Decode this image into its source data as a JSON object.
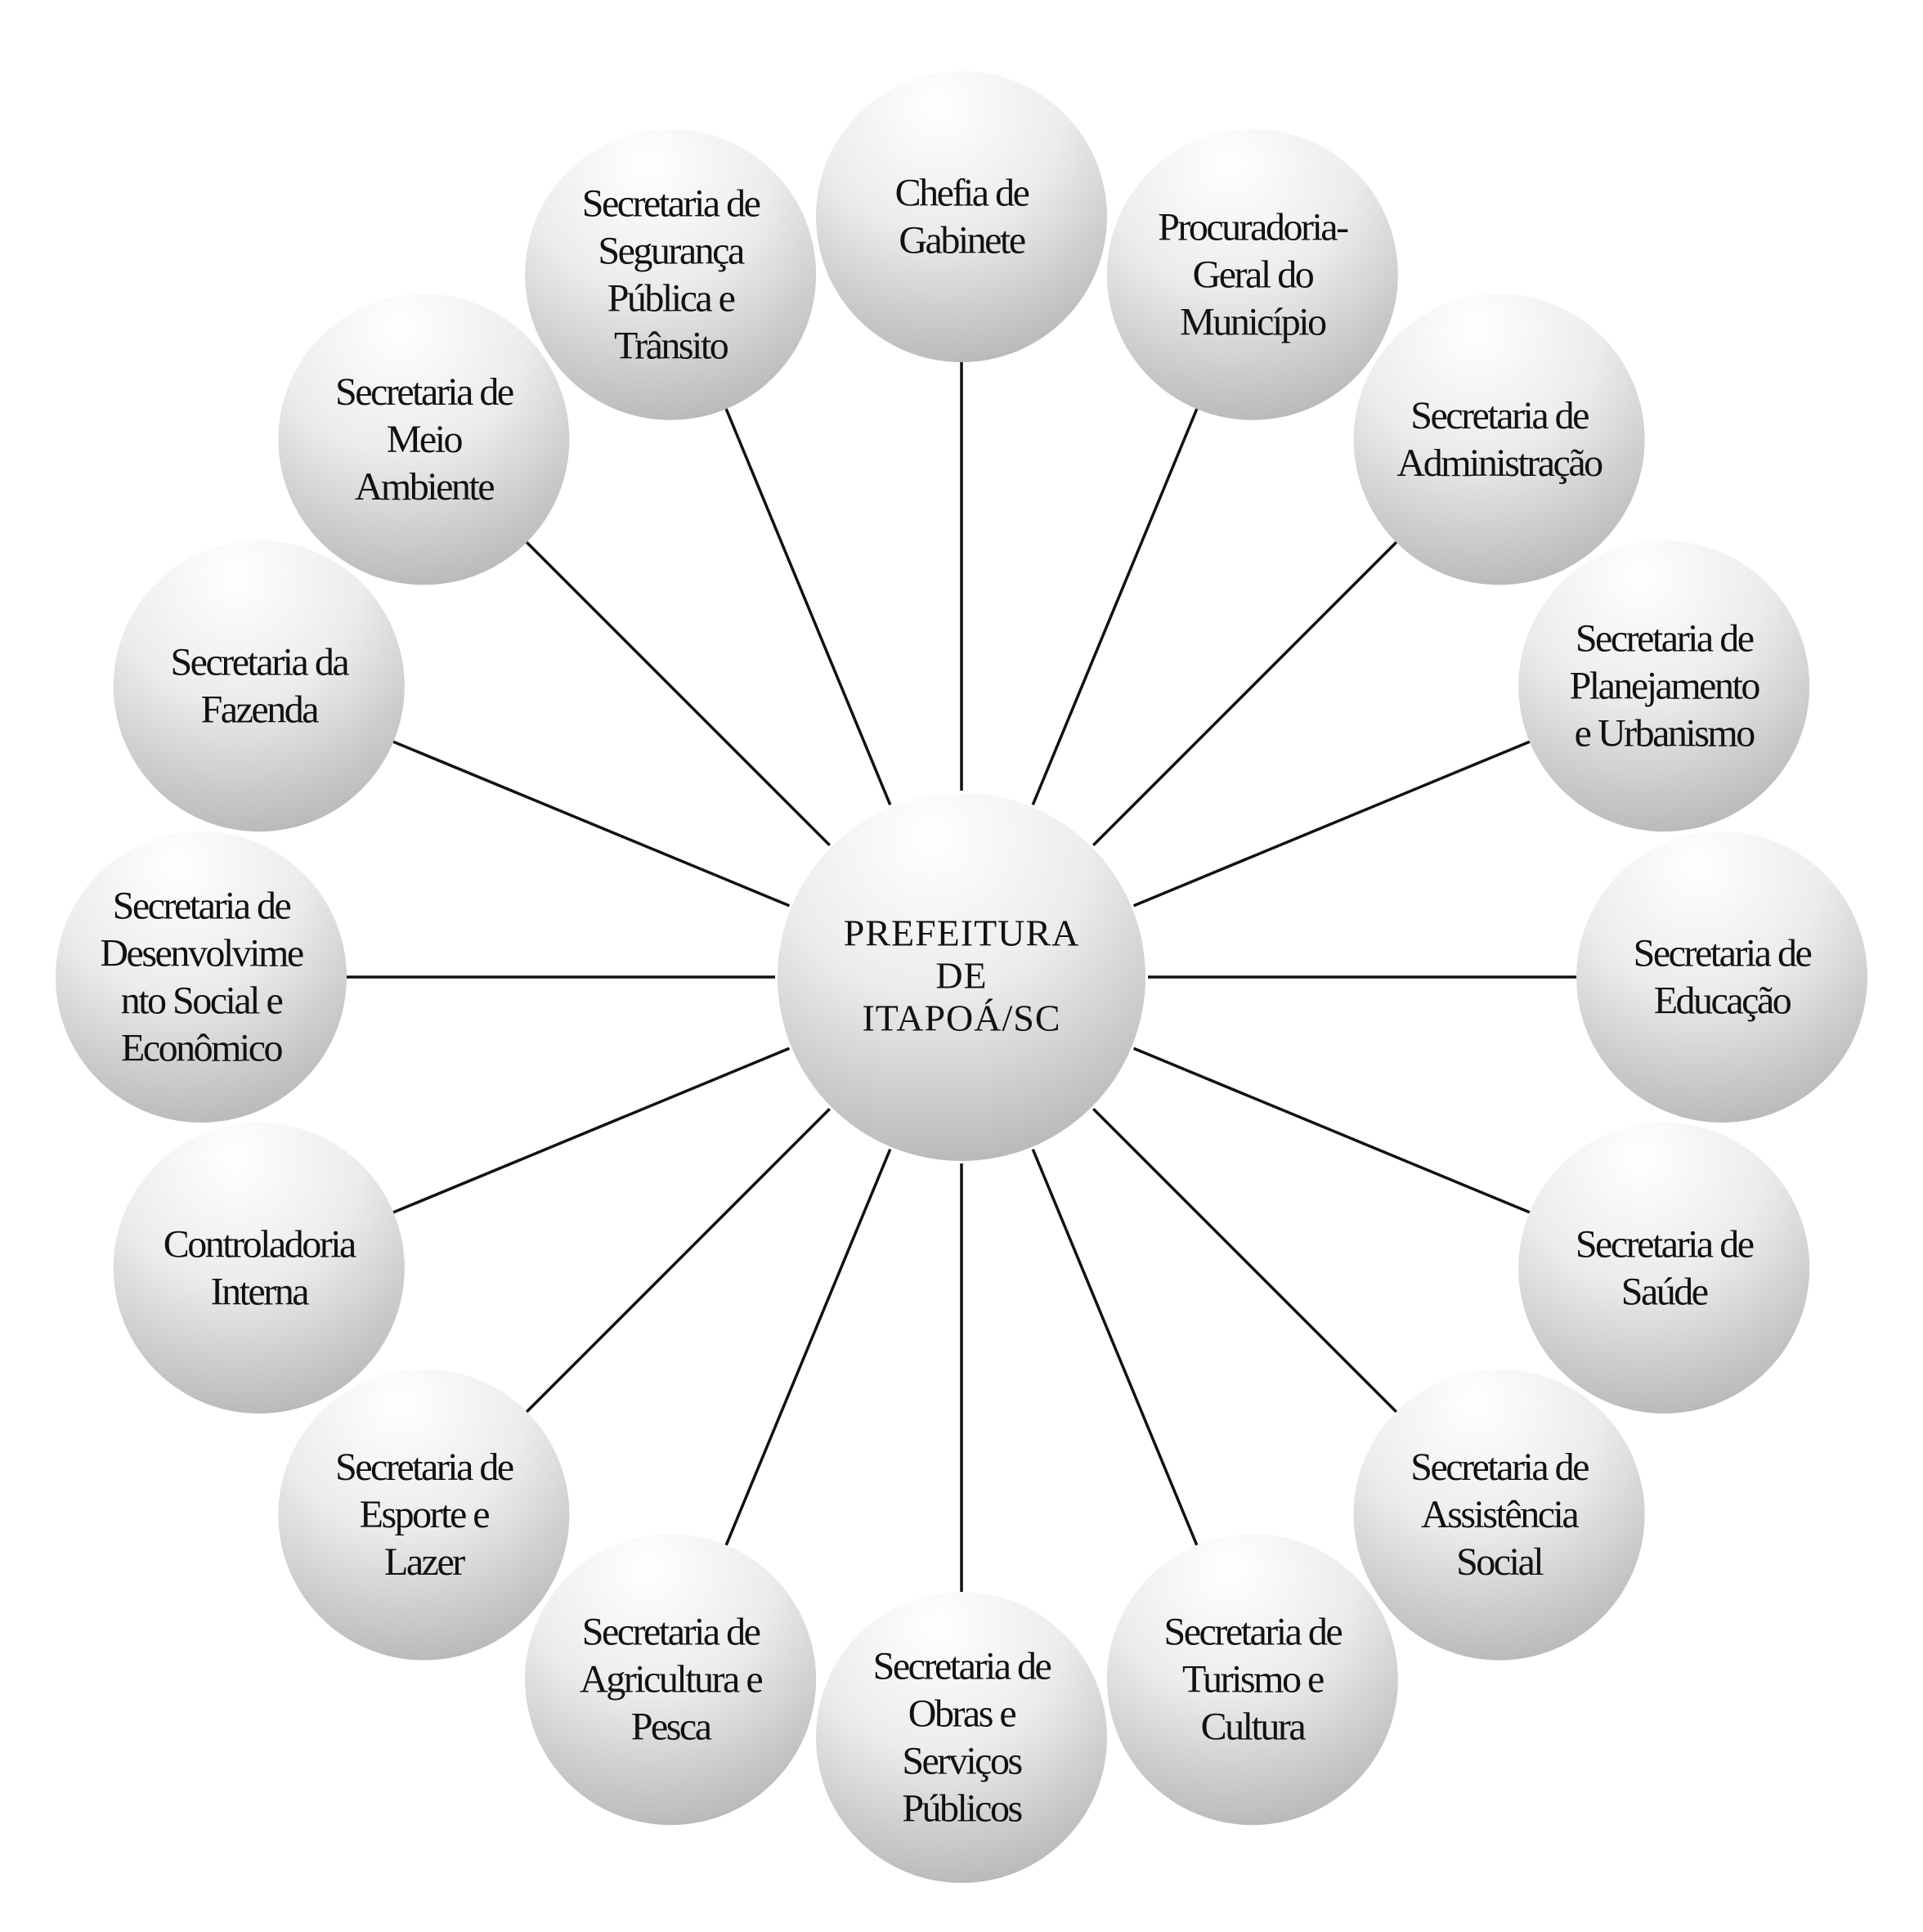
{
  "colors": {
    "bubble_light": "#ffffff",
    "bubble_dark": "#b3b3b3",
    "line": "#111111",
    "text": "#111111"
  },
  "center": {
    "lines": [
      "PREFEITURA",
      "DE",
      "ITAPOÁ/SC"
    ]
  },
  "nodes": [
    {
      "id": "chefia-de-gabinete",
      "lines": [
        "Chefia de",
        "Gabinete"
      ]
    },
    {
      "id": "procuradoria-geral-do-municipio",
      "lines": [
        "Procuradoria-",
        "Geral do",
        "Município"
      ]
    },
    {
      "id": "secretaria-de-administracao",
      "lines": [
        "Secretaria de",
        "Administração"
      ]
    },
    {
      "id": "secretaria-de-planejamento-e-urbanismo",
      "lines": [
        "Secretaria de",
        "Planejamento",
        "e Urbanismo"
      ]
    },
    {
      "id": "secretaria-de-educacao",
      "lines": [
        "Secretaria de",
        "Educação"
      ]
    },
    {
      "id": "secretaria-de-saude",
      "lines": [
        "Secretaria de",
        "Saúde"
      ]
    },
    {
      "id": "secretaria-de-assistencia-social",
      "lines": [
        "Secretaria de",
        "Assistência",
        "Social"
      ]
    },
    {
      "id": "secretaria-de-turismo-e-cultura",
      "lines": [
        "Secretaria de",
        "Turismo e",
        "Cultura"
      ]
    },
    {
      "id": "secretaria-de-obras-e-servicos-publicos",
      "lines": [
        "Secretaria de",
        "Obras e",
        "Serviços",
        "Públicos"
      ]
    },
    {
      "id": "secretaria-de-agricultura-e-pesca",
      "lines": [
        "Secretaria de",
        "Agricultura e",
        "Pesca"
      ]
    },
    {
      "id": "secretaria-de-esporte-e-lazer",
      "lines": [
        "Secretaria de",
        "Esporte e",
        "Lazer"
      ]
    },
    {
      "id": "controladoria-interna",
      "lines": [
        "Controladoria",
        "Interna"
      ]
    },
    {
      "id": "secretaria-de-desenvolvimento-social-e-economico",
      "lines": [
        "Secretaria de",
        "Desenvolvime",
        "nto Social e",
        "Econômico"
      ]
    },
    {
      "id": "secretaria-da-fazenda",
      "lines": [
        "Secretaria da",
        "Fazenda"
      ]
    },
    {
      "id": "secretaria-de-meio-ambiente",
      "lines": [
        "Secretaria de",
        "Meio",
        "Ambiente"
      ]
    },
    {
      "id": "secretaria-de-seguranca-publica-e-transito",
      "lines": [
        "Secretaria de",
        "Segurança",
        "Pública e",
        "Trânsito"
      ]
    }
  ]
}
